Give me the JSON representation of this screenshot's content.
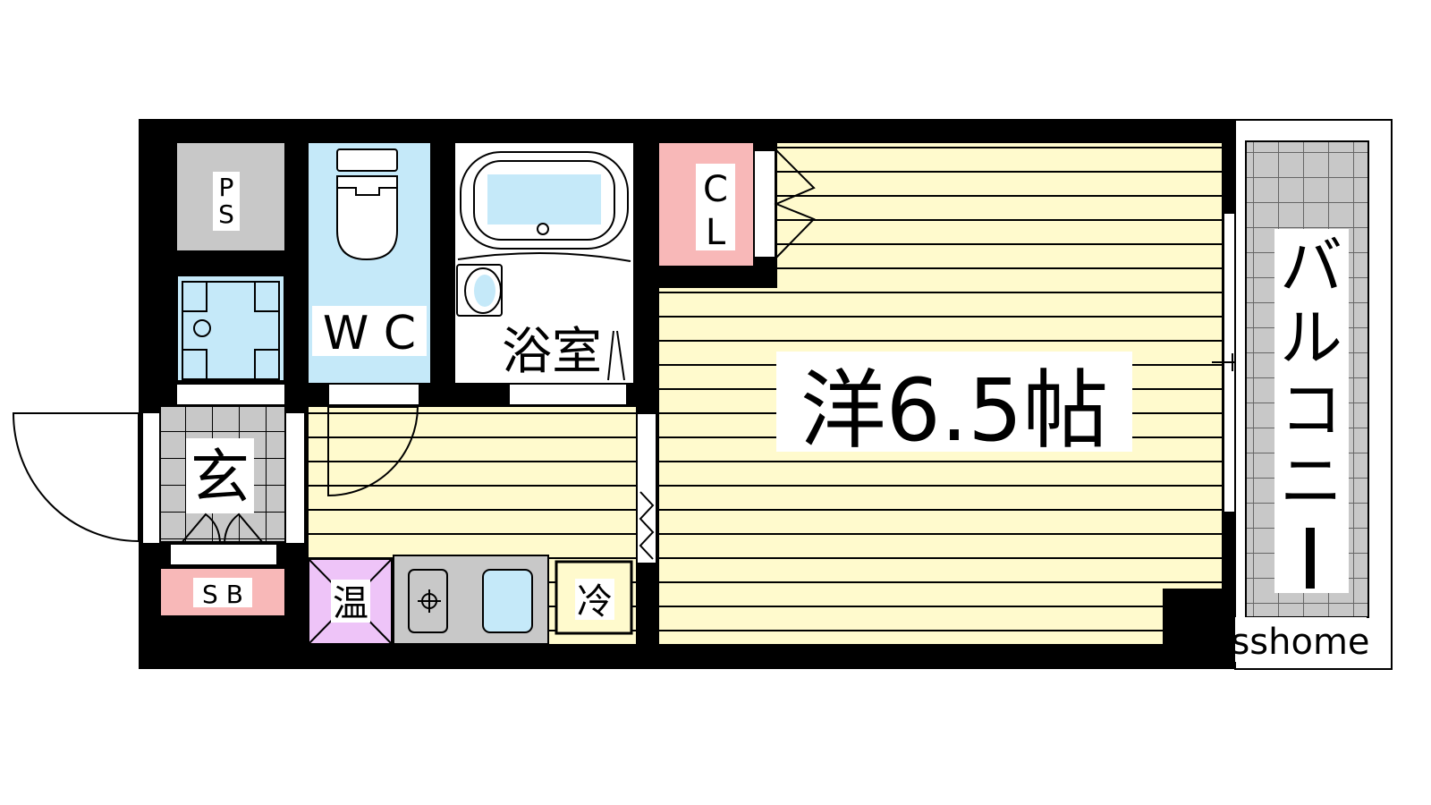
{
  "rooms": {
    "ps": "P\nS",
    "ps_lines": [
      "P",
      "S"
    ],
    "wc": "W C",
    "bath": "浴室",
    "closet_lines": [
      "C",
      "L"
    ],
    "main_room": "洋6.5帖",
    "entrance": "玄",
    "shoe_box": "S B",
    "water_heater": "温",
    "fridge": "冷",
    "balcony_chars": [
      "バ",
      "ル",
      "コ",
      "ニ",
      "ー"
    ]
  },
  "watermark": "sshome",
  "colors": {
    "wall": "#000000",
    "floor": "#fffacd",
    "water": "#c5e9f9",
    "gray": "#c8c8c8",
    "pink": "#f8b8b8",
    "purple": "#eec4f8"
  }
}
